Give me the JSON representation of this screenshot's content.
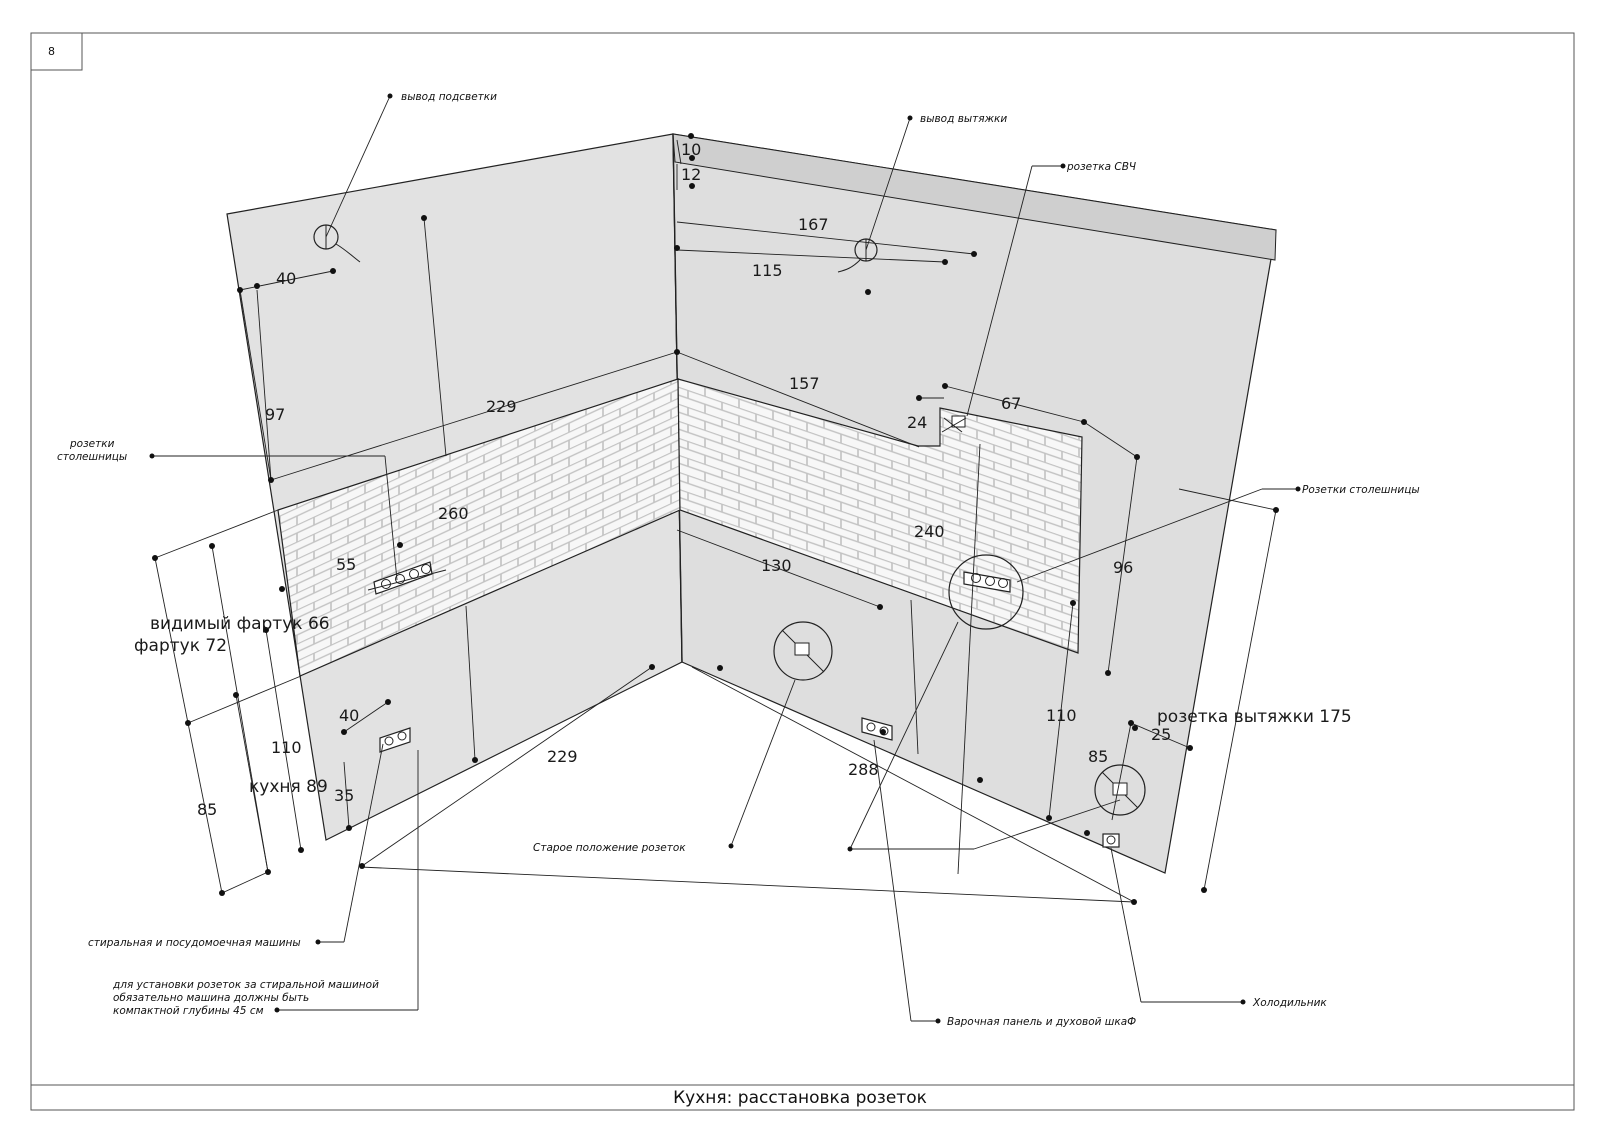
{
  "page_number": "8",
  "title": "Кухня: расстановка розеток",
  "dimensions": {
    "d10": "10",
    "d12": "12",
    "d167": "167",
    "d115": "115",
    "d40_top": "40",
    "d97": "97",
    "d229_top": "229",
    "d157": "157",
    "d24": "24",
    "d67": "67",
    "d260": "260",
    "d240": "240",
    "d55": "55",
    "d130": "130",
    "d96": "96",
    "d110_right": "110",
    "d25": "25",
    "d85_right": "85",
    "d288": "288",
    "d229_bottom": "229",
    "d40_bottom": "40",
    "d110_left": "110",
    "d35": "35",
    "d85_left": "85",
    "visible_apron": "видимый фартук 66",
    "apron": "фартук 72",
    "kitchen": "кухня 89",
    "hood_socket": "розетка вытяжки 175"
  },
  "annotations": {
    "backlight_outlet": "вывод подсветки",
    "hood_outlet": "вывод вытяжки",
    "microwave_socket": "розетка СВЧ",
    "countertop_sockets_left_1": "розетки",
    "countertop_sockets_left_2": "столешницы",
    "countertop_sockets_right": "Розетки столешницы",
    "old_socket_position": "Старое положение розеток",
    "washer_dishwasher": "стиральная и посудомоечная машины",
    "washer_note_1": "для установки розеток за стиральной машиной",
    "washer_note_2": "обязательно машина должны быть",
    "washer_note_3": "компактной глубины 45 см",
    "hob_oven": "Варочная панель и духовой шкаФ",
    "fridge": "Холодильник"
  }
}
